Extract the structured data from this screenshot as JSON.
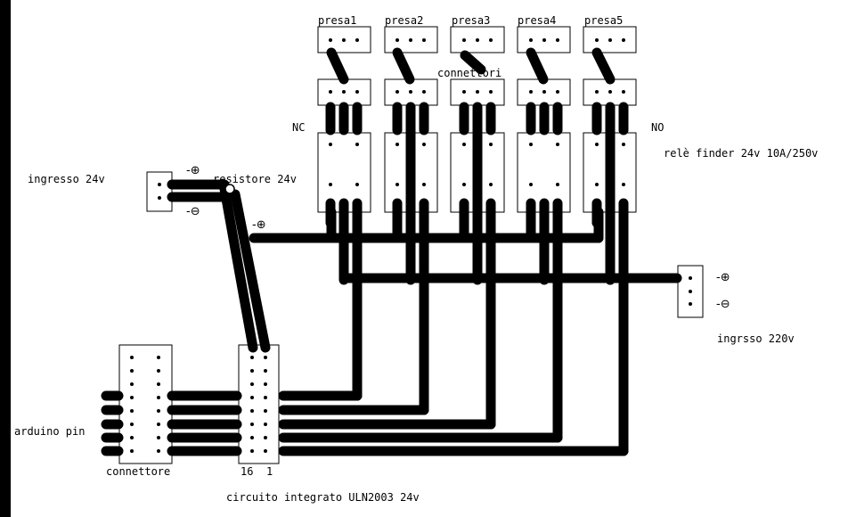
{
  "labels": {
    "presa1": "presa1",
    "presa2": "presa2",
    "presa3": "presa3",
    "presa4": "presa4",
    "presa5": "presa5",
    "connettori": "connettori",
    "nc": "NC",
    "no": "NO",
    "rele": "relè finder 24v 10A/250v",
    "ingresso24": "ingresso 24v",
    "resistore": "resistore 24v",
    "ingresso220": "ingrsso 220v",
    "arduino": "arduino pin",
    "connettore": "connettore",
    "pin16": "16",
    "pin1": "1",
    "uln": "circuito integrato ULN2003 24v"
  },
  "symbols": {
    "plus": "-⊕",
    "minus": "-⊖"
  },
  "colors": {
    "trace": "#000000",
    "background": "#ffffff"
  }
}
